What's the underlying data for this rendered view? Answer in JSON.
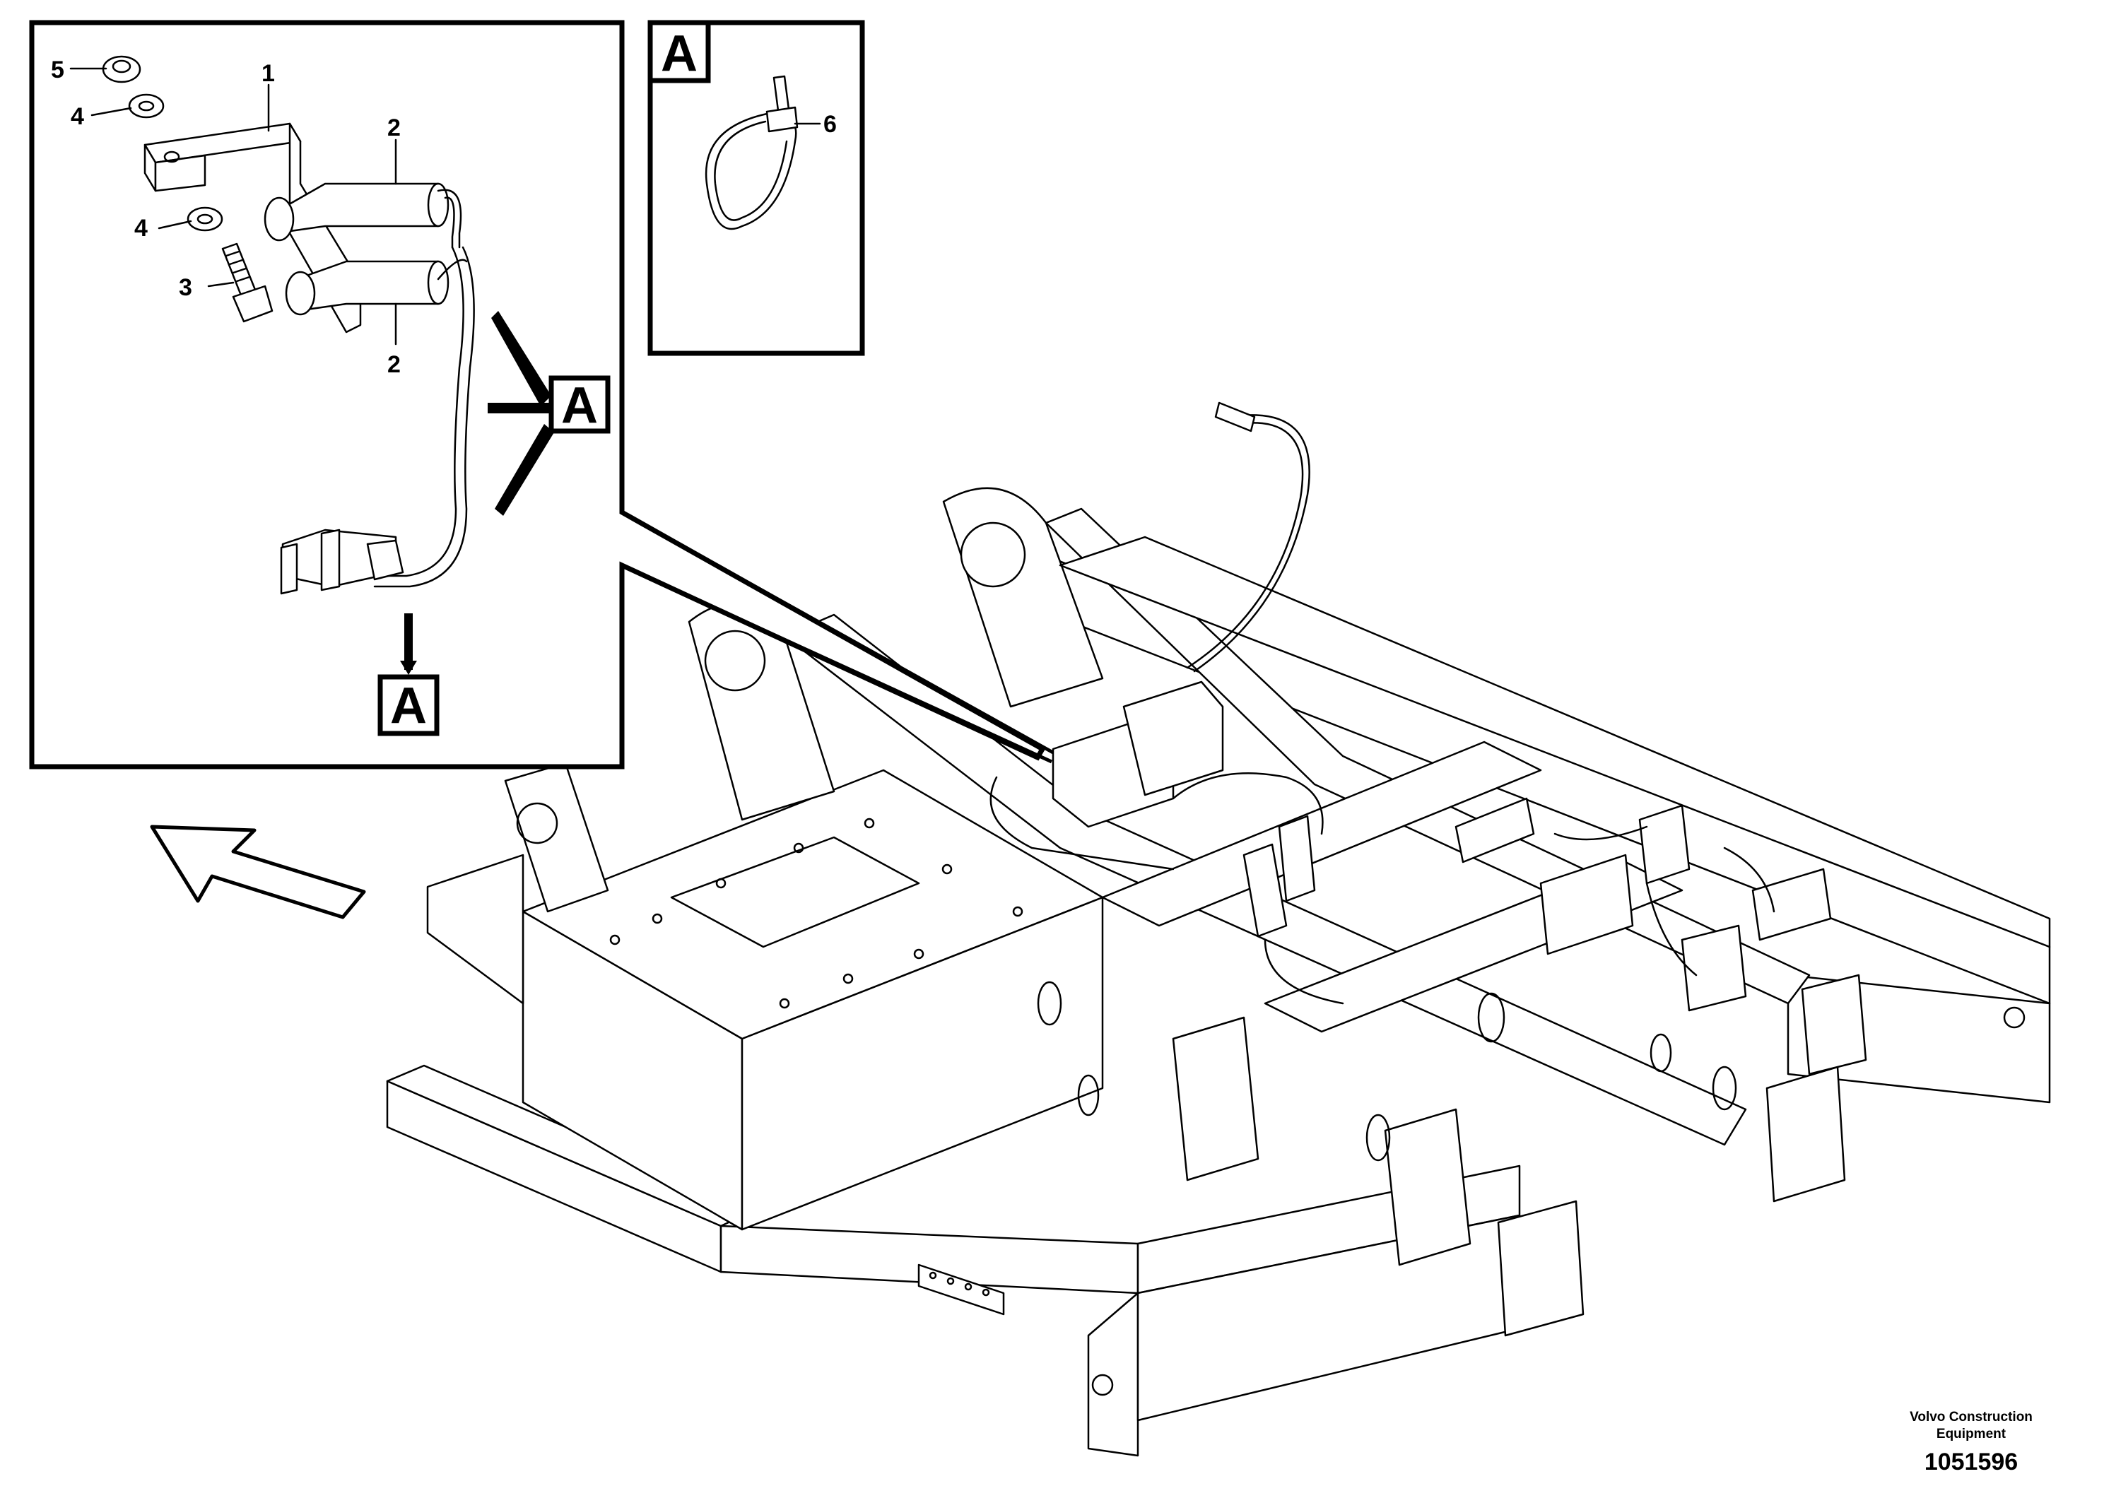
{
  "inset_detail": {
    "part_labels": [
      {
        "id": "label-1",
        "text": "1"
      },
      {
        "id": "label-2-top",
        "text": "2"
      },
      {
        "id": "label-2-bottom",
        "text": "2"
      },
      {
        "id": "label-3",
        "text": "3"
      },
      {
        "id": "label-4-top",
        "text": "4"
      },
      {
        "id": "label-4-bottom",
        "text": "4"
      },
      {
        "id": "label-5",
        "text": "5"
      }
    ],
    "view_marker_side": "A",
    "view_marker_bottom": "A"
  },
  "detail_view_a": {
    "title": "A",
    "part_label": "6"
  },
  "footer": {
    "company_line1": "Volvo Construction",
    "company_line2": "Equipment",
    "drawing_number": "1051596"
  },
  "icons": {
    "direction_arrow": "front-direction-arrow-icon"
  }
}
